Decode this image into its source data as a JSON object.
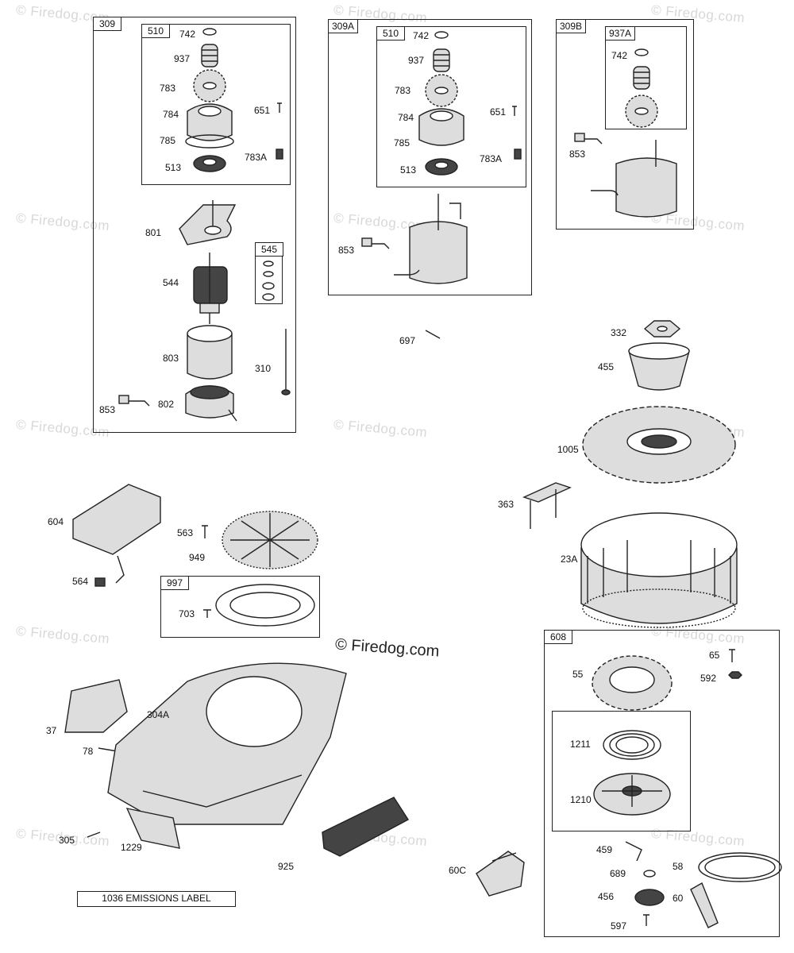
{
  "watermark": "© Firedog.com",
  "center_watermark": "© Firedog.com",
  "boxes": {
    "b309": "309",
    "b510a": "510",
    "b545": "545",
    "b309A": "309A",
    "b510b": "510",
    "b309B": "309B",
    "b937A": "937A",
    "b997": "997",
    "b608": "608"
  },
  "labels": {
    "l742a": "742",
    "l937a": "937",
    "l783a": "783",
    "l784a": "784",
    "l785a": "785",
    "l513a": "513",
    "l651a": "651",
    "l783Aa": "783A",
    "l801": "801",
    "l544": "544",
    "l803": "803",
    "l310": "310",
    "l853a": "853",
    "l802": "802",
    "l742b": "742",
    "l937b": "937",
    "l783b": "783",
    "l784b": "784",
    "l785b": "785",
    "l513b": "513",
    "l651b": "651",
    "l783Ab": "783A",
    "l853b": "853",
    "l742c": "742",
    "l853c": "853",
    "l697": "697",
    "l332": "332",
    "l455": "455",
    "l1005": "1005",
    "l363": "363",
    "l23A": "23A",
    "l604": "604",
    "l564": "564",
    "l563": "563",
    "l949": "949",
    "l703": "703",
    "l37": "37",
    "l304A": "304A",
    "l78": "78",
    "l305": "305",
    "l1229": "1229",
    "l925": "925",
    "l60C": "60C",
    "l65": "65",
    "l55": "55",
    "l592": "592",
    "l1211": "1211",
    "l1210": "1210",
    "l459": "459",
    "l58": "58",
    "l689": "689",
    "l456": "456",
    "l60": "60",
    "l597": "597"
  },
  "emissions_label": "1036 EMISSIONS LABEL"
}
